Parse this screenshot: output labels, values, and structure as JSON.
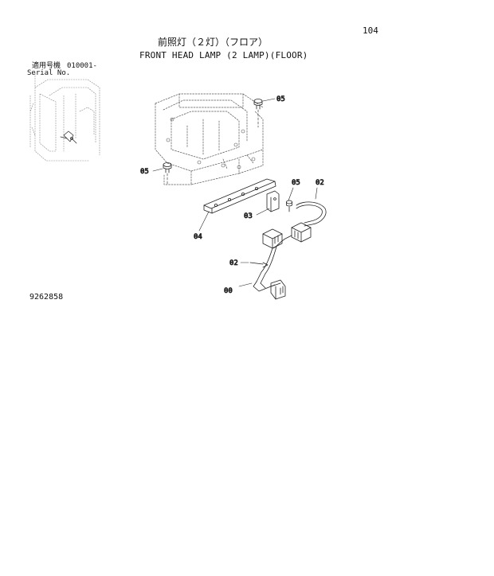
{
  "page_number": "104",
  "title_jp": "前照灯（２灯）（フロア）",
  "title_en": "FRONT HEAD LAMP (2 LAMP)(FLOOR)",
  "serial": {
    "label_jp": "適用号機",
    "from": "010001-",
    "label_en": "Serial No."
  },
  "drawing_number": "9262858",
  "callouts": {
    "bolt_upper": "05",
    "bolt_left": "05",
    "bolt_right": "05",
    "harness_right": "02",
    "bracket_small": "03",
    "bracket_plate": "04",
    "harness_left": "02",
    "harness_assembly": "00"
  }
}
